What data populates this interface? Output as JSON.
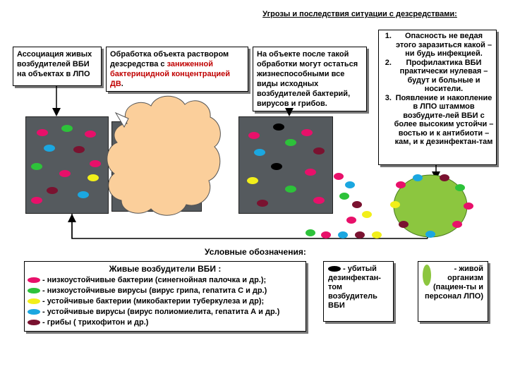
{
  "title": "Угрозы и последствия ситуации с дезсредствами:",
  "box1": {
    "text": "Ассоциация живых возбудителей ВБИ на объектах в ЛПО"
  },
  "box2": {
    "text_a": "Обработка объекта раствором дезсредства с ",
    "text_b": "заниженной бактерицидной концентрацией ДВ",
    "text_c": "."
  },
  "box3": {
    "text": "На объекте после такой обработки могут остаться жизнеспособными все виды исходных возбудителей бактерий, вирусов и грибов."
  },
  "box4": {
    "items": [
      "Опасность не ведая этого заразиться какой – ни будь инфекцией.",
      "Профилактика ВБИ практически нулевая – будут и больные и носители.",
      "Появление и накопление в ЛПО штаммов возбудите-лей ВБИ с более высоким устойчи – востью и к антибиоти – кам, и к дезинфектан-там"
    ]
  },
  "conditions_label": "Условные обозначения:",
  "legend_live": {
    "title": "Живые возбудители ВБИ :",
    "rows": [
      {
        "text": "- низкоустойчивые бактерии (синегнойная палочка и др.);",
        "color": "#e8106a"
      },
      {
        "text": "- низкоустойчивые вирусы (вирус грипа, гепатита С и др.)",
        "color": "#2dc23a"
      },
      {
        "text": "- устойчивые бактерии (микобактерии туберкулеза и др);",
        "color": "#f2ef1a"
      },
      {
        "text": "- устойчивые вирусы (вирус полиомиелита, гепатита А и др.)",
        "color": "#1ba7e0"
      },
      {
        "text": "- грибы ( трихофитон и др.)",
        "color": "#7a1230"
      }
    ]
  },
  "legend_dead": {
    "text": "- убитый дезинфектан-том возбудитель ВБИ",
    "color": "#000000"
  },
  "legend_organism": {
    "text": "- живой организм (пациен-ты и персонал ЛПО)",
    "color": "#8cc63f"
  },
  "colors": {
    "panel": "#555a5e",
    "cloud": "#fbcf9b",
    "organism": "#8cc63f",
    "red_bacteria": "#e8106a",
    "green_virus": "#2dc23a",
    "yellow_bacteria": "#f2ef1a",
    "blue_virus": "#1ba7e0",
    "fungi": "#7a1230",
    "dead": "#000000"
  }
}
